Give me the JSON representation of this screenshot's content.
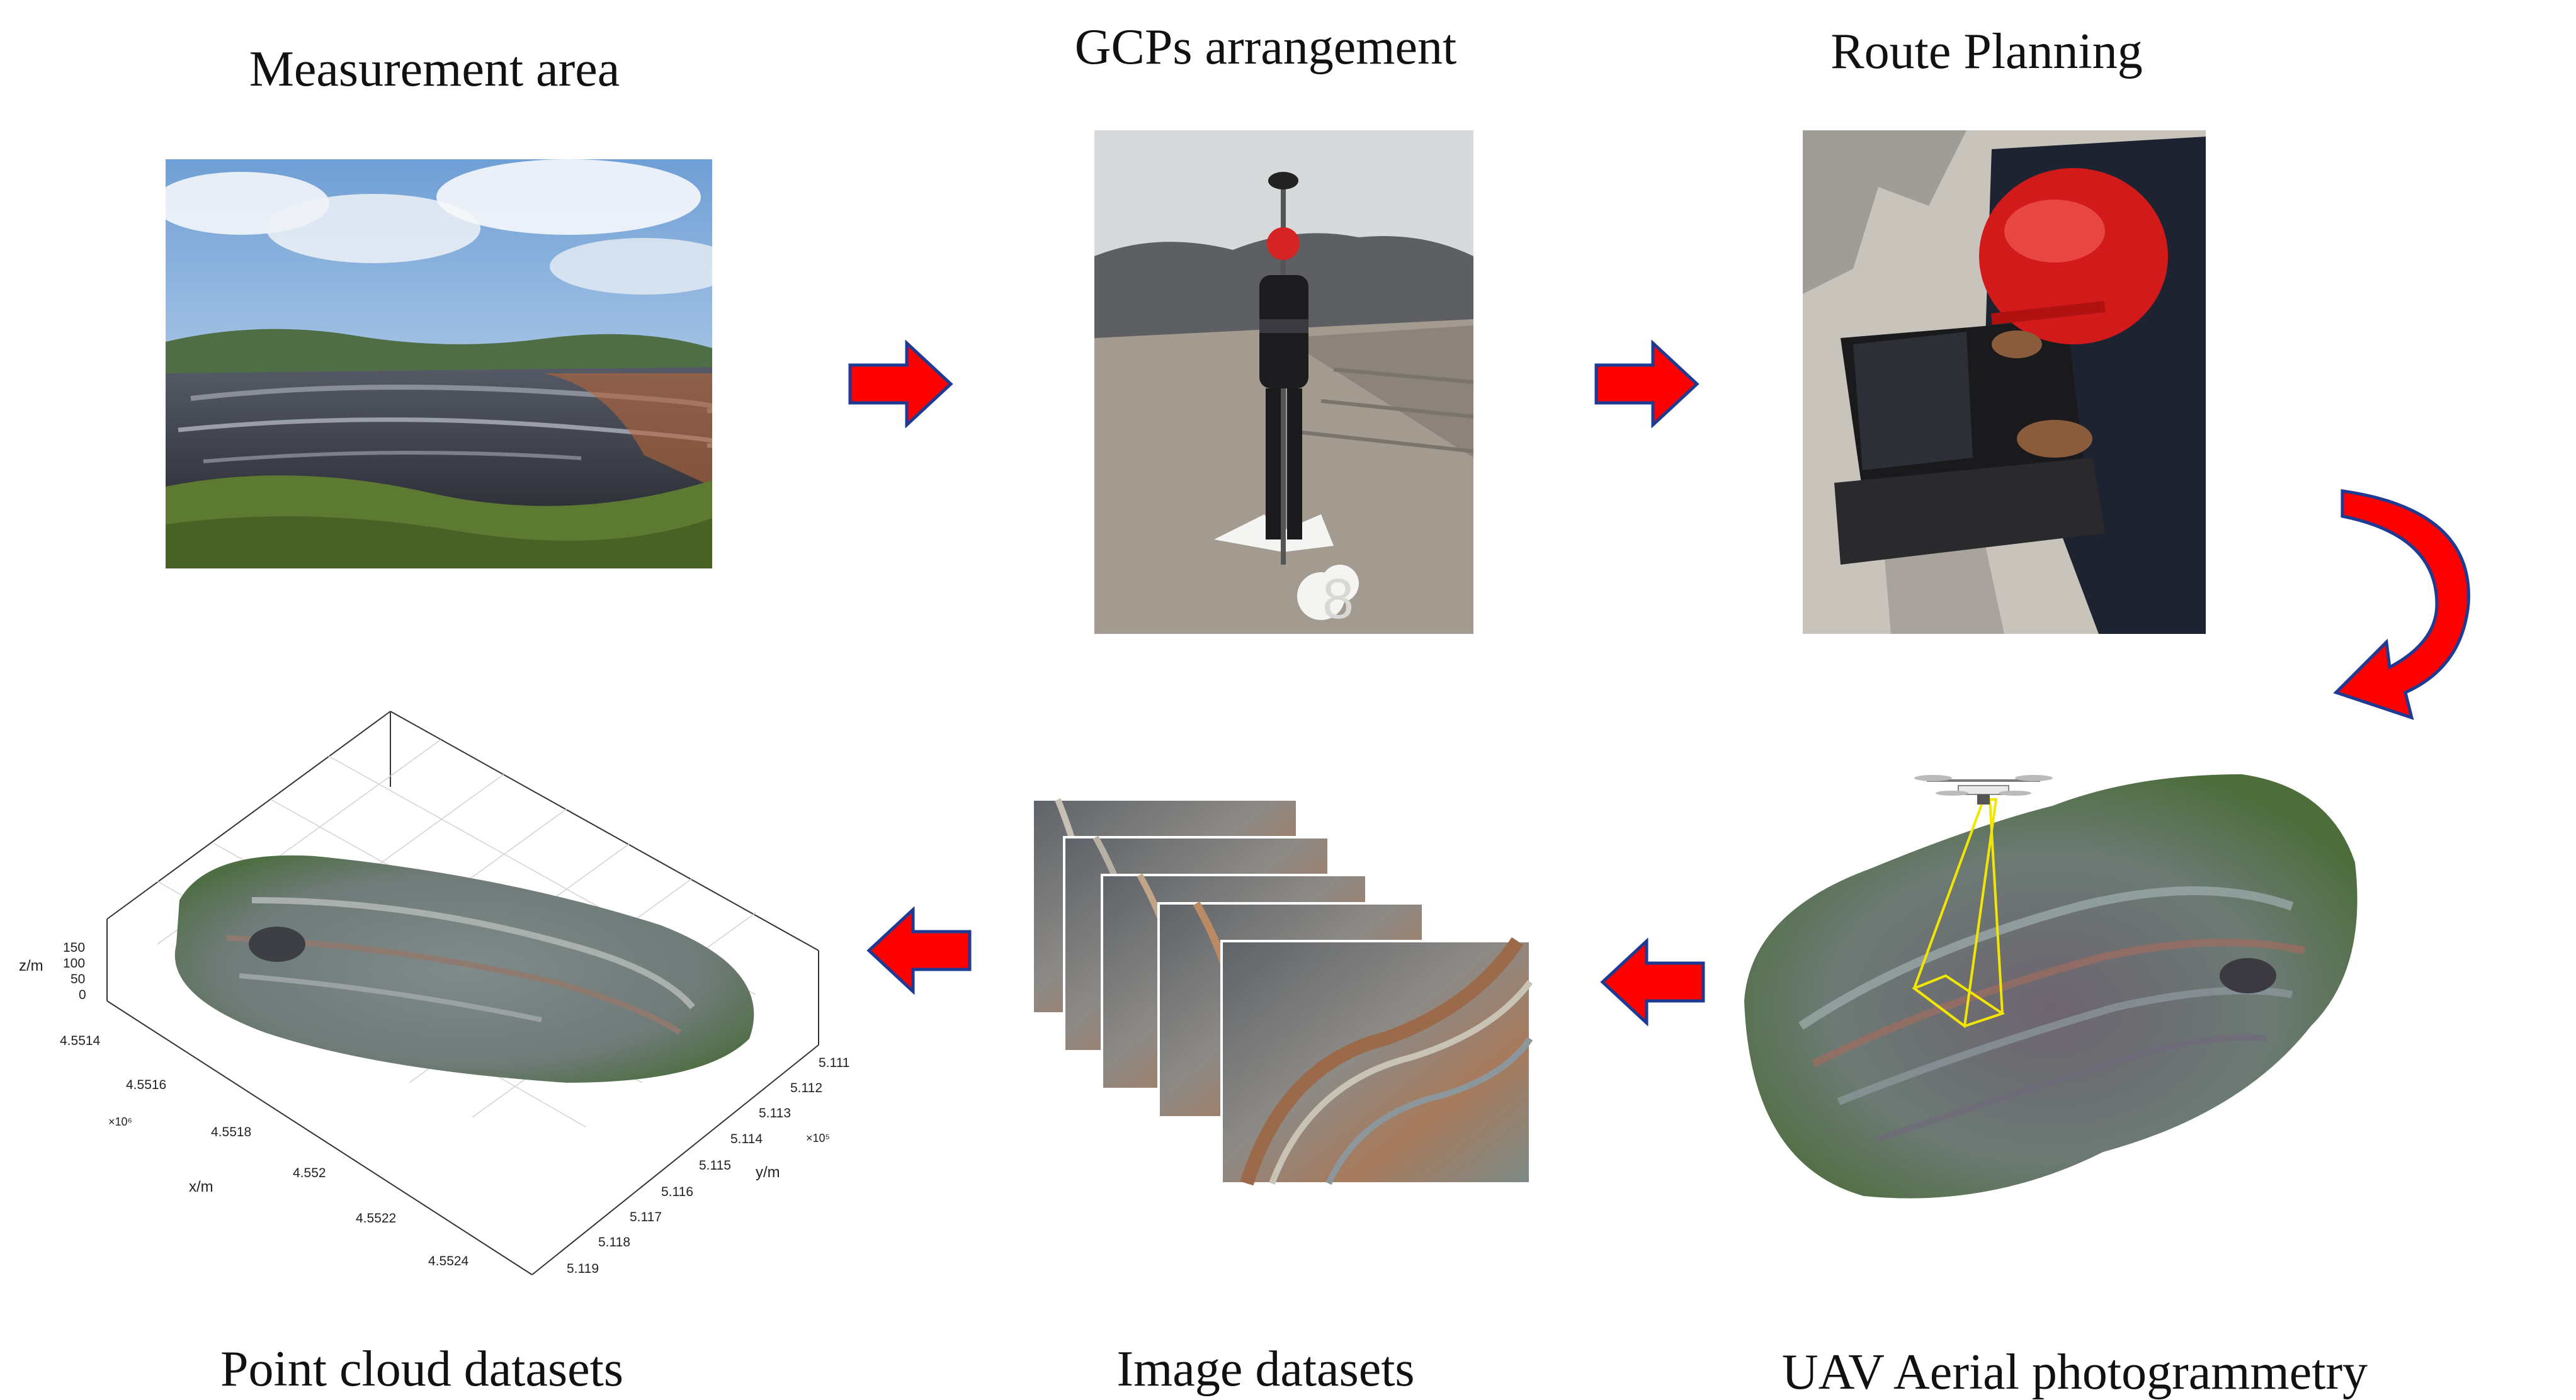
{
  "steps": [
    {
      "id": "measurement",
      "caption": "Measurement area"
    },
    {
      "id": "gcps",
      "caption": "GCPs arrangement"
    },
    {
      "id": "route",
      "caption": "Route Planning"
    },
    {
      "id": "uav",
      "caption": "UAV Aerial photogrammetry"
    },
    {
      "id": "images",
      "caption": "Image datasets"
    },
    {
      "id": "pointcloud",
      "caption": "Point cloud datasets"
    }
  ],
  "gcp_marker_text": "8",
  "pointcloud_plot": {
    "z_axis": {
      "label": "z/m",
      "ticks": [
        "150",
        "100",
        "50",
        "0"
      ]
    },
    "x_axis": {
      "label": "x/m",
      "exponent": "×10⁶",
      "ticks": [
        "4.5514",
        "4.5516",
        "4.5518",
        "4.552",
        "4.5522",
        "4.5524"
      ]
    },
    "y_axis": {
      "label": "y/m",
      "exponent": "×10⁵",
      "ticks": [
        "5.111",
        "5.112",
        "5.113",
        "5.114",
        "5.115",
        "5.116",
        "5.117",
        "5.118",
        "5.119"
      ]
    }
  },
  "colors": {
    "arrow_fill": "#ff0000",
    "arrow_edge": "#1f3a93",
    "flight_cone": "#f2e600"
  }
}
